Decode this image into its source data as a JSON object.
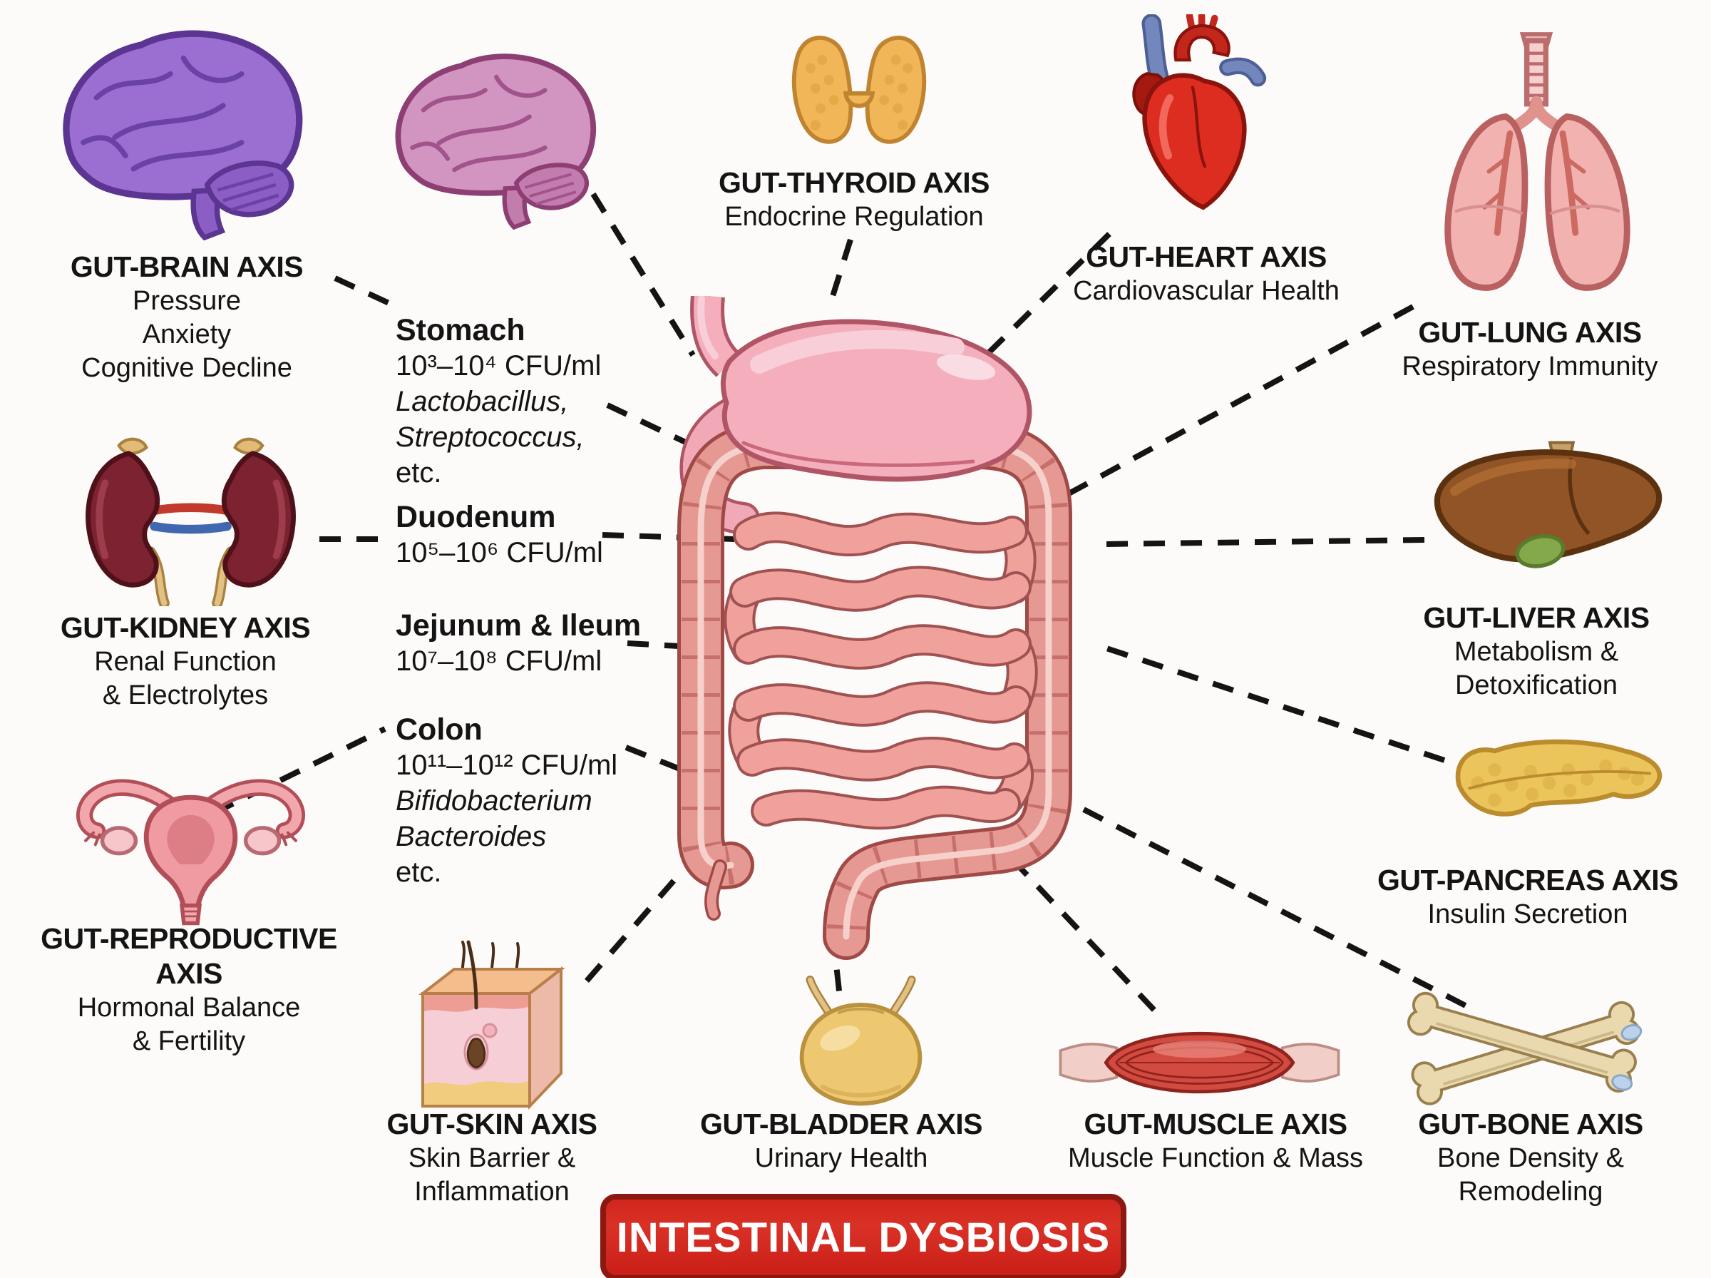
{
  "banner": {
    "label": "INTESTINAL DYSBIOSIS",
    "bg": "#d2281f",
    "border": "#8c1812",
    "text_color": "#ffffff"
  },
  "axes": [
    {
      "organ": "brain",
      "title": "GUT-BRAIN AXIS",
      "lines": [
        "Pressure",
        "Anxiety",
        "Cognitive Decline"
      ]
    },
    {
      "organ": "thyroid",
      "title": "GUT-THYROID AXIS",
      "lines": [
        "Endocrine Regulation"
      ]
    },
    {
      "organ": "heart",
      "title": "GUT-HEART AXIS",
      "lines": [
        "Cardiovascular Health"
      ]
    },
    {
      "organ": "lung",
      "title": "GUT-LUNG AXIS",
      "lines": [
        "Respiratory Immunity"
      ]
    },
    {
      "organ": "liver",
      "title": "GUT-LIVER AXIS",
      "lines": [
        "Metabolism &",
        "Detoxification"
      ]
    },
    {
      "organ": "pancreas",
      "title": "GUT-PANCREAS AXIS",
      "lines": [
        "Insulin Secretion"
      ]
    },
    {
      "organ": "kidney",
      "title": "GUT-KIDNEY AXIS",
      "lines": [
        "Renal Function",
        "& Electrolytes"
      ]
    },
    {
      "organ": "reproductive",
      "title": "GUT-REPRODUCTIVE AXIS",
      "lines": [
        "Hormonal Balance",
        "& Fertility"
      ]
    },
    {
      "organ": "skin",
      "title": "GUT-SKIN AXIS",
      "lines": [
        "Skin Barrier &",
        "Inflammation"
      ]
    },
    {
      "organ": "bladder",
      "title": "GUT-BLADDER AXIS",
      "lines": [
        "Urinary Health"
      ]
    },
    {
      "organ": "muscle",
      "title": "GUT-MUSCLE AXIS",
      "lines": [
        "Muscle Function & Mass"
      ]
    },
    {
      "organ": "bone",
      "title": "GUT-BONE AXIS",
      "lines": [
        "Bone Density &",
        "Remodeling"
      ]
    }
  ],
  "gut_regions": [
    {
      "name": "Stomach",
      "cfu": "10³–10⁴ CFU/ml",
      "species": [
        "Lactobacillus,",
        "Streptococcus,"
      ],
      "etc": "etc."
    },
    {
      "name": "Duodenum",
      "cfu": "10⁵–10⁶ CFU/ml"
    },
    {
      "name": "Jejunum & Ileum",
      "cfu": "10⁷–10⁸ CFU/ml"
    },
    {
      "name": "Colon",
      "cfu": "10¹¹–10¹² CFU/ml",
      "species": [
        "Bifidobacterium",
        "Bacteroides"
      ],
      "etc": "etc."
    }
  ],
  "palette": {
    "background": "#fcfbf9",
    "connector_line": "#141414",
    "brain_purple": "#9b6ed2",
    "brain_pink": "#d294c0",
    "thyroid_gold": "#f0b657",
    "heart_red": "#dd2d20",
    "lung_pink": "#f2b3b0",
    "liver_brown": "#915426",
    "pancreas_yellow": "#ecc45c",
    "kidney_maroon": "#7c2231",
    "uterus_pink": "#ef9ba1",
    "stomach_pink": "#f4aebc",
    "intestine_salmon": "#e69892",
    "muscle_red": "#d24a40",
    "bone_tan": "#ead9ae",
    "bladder_yellow": "#edc871"
  }
}
